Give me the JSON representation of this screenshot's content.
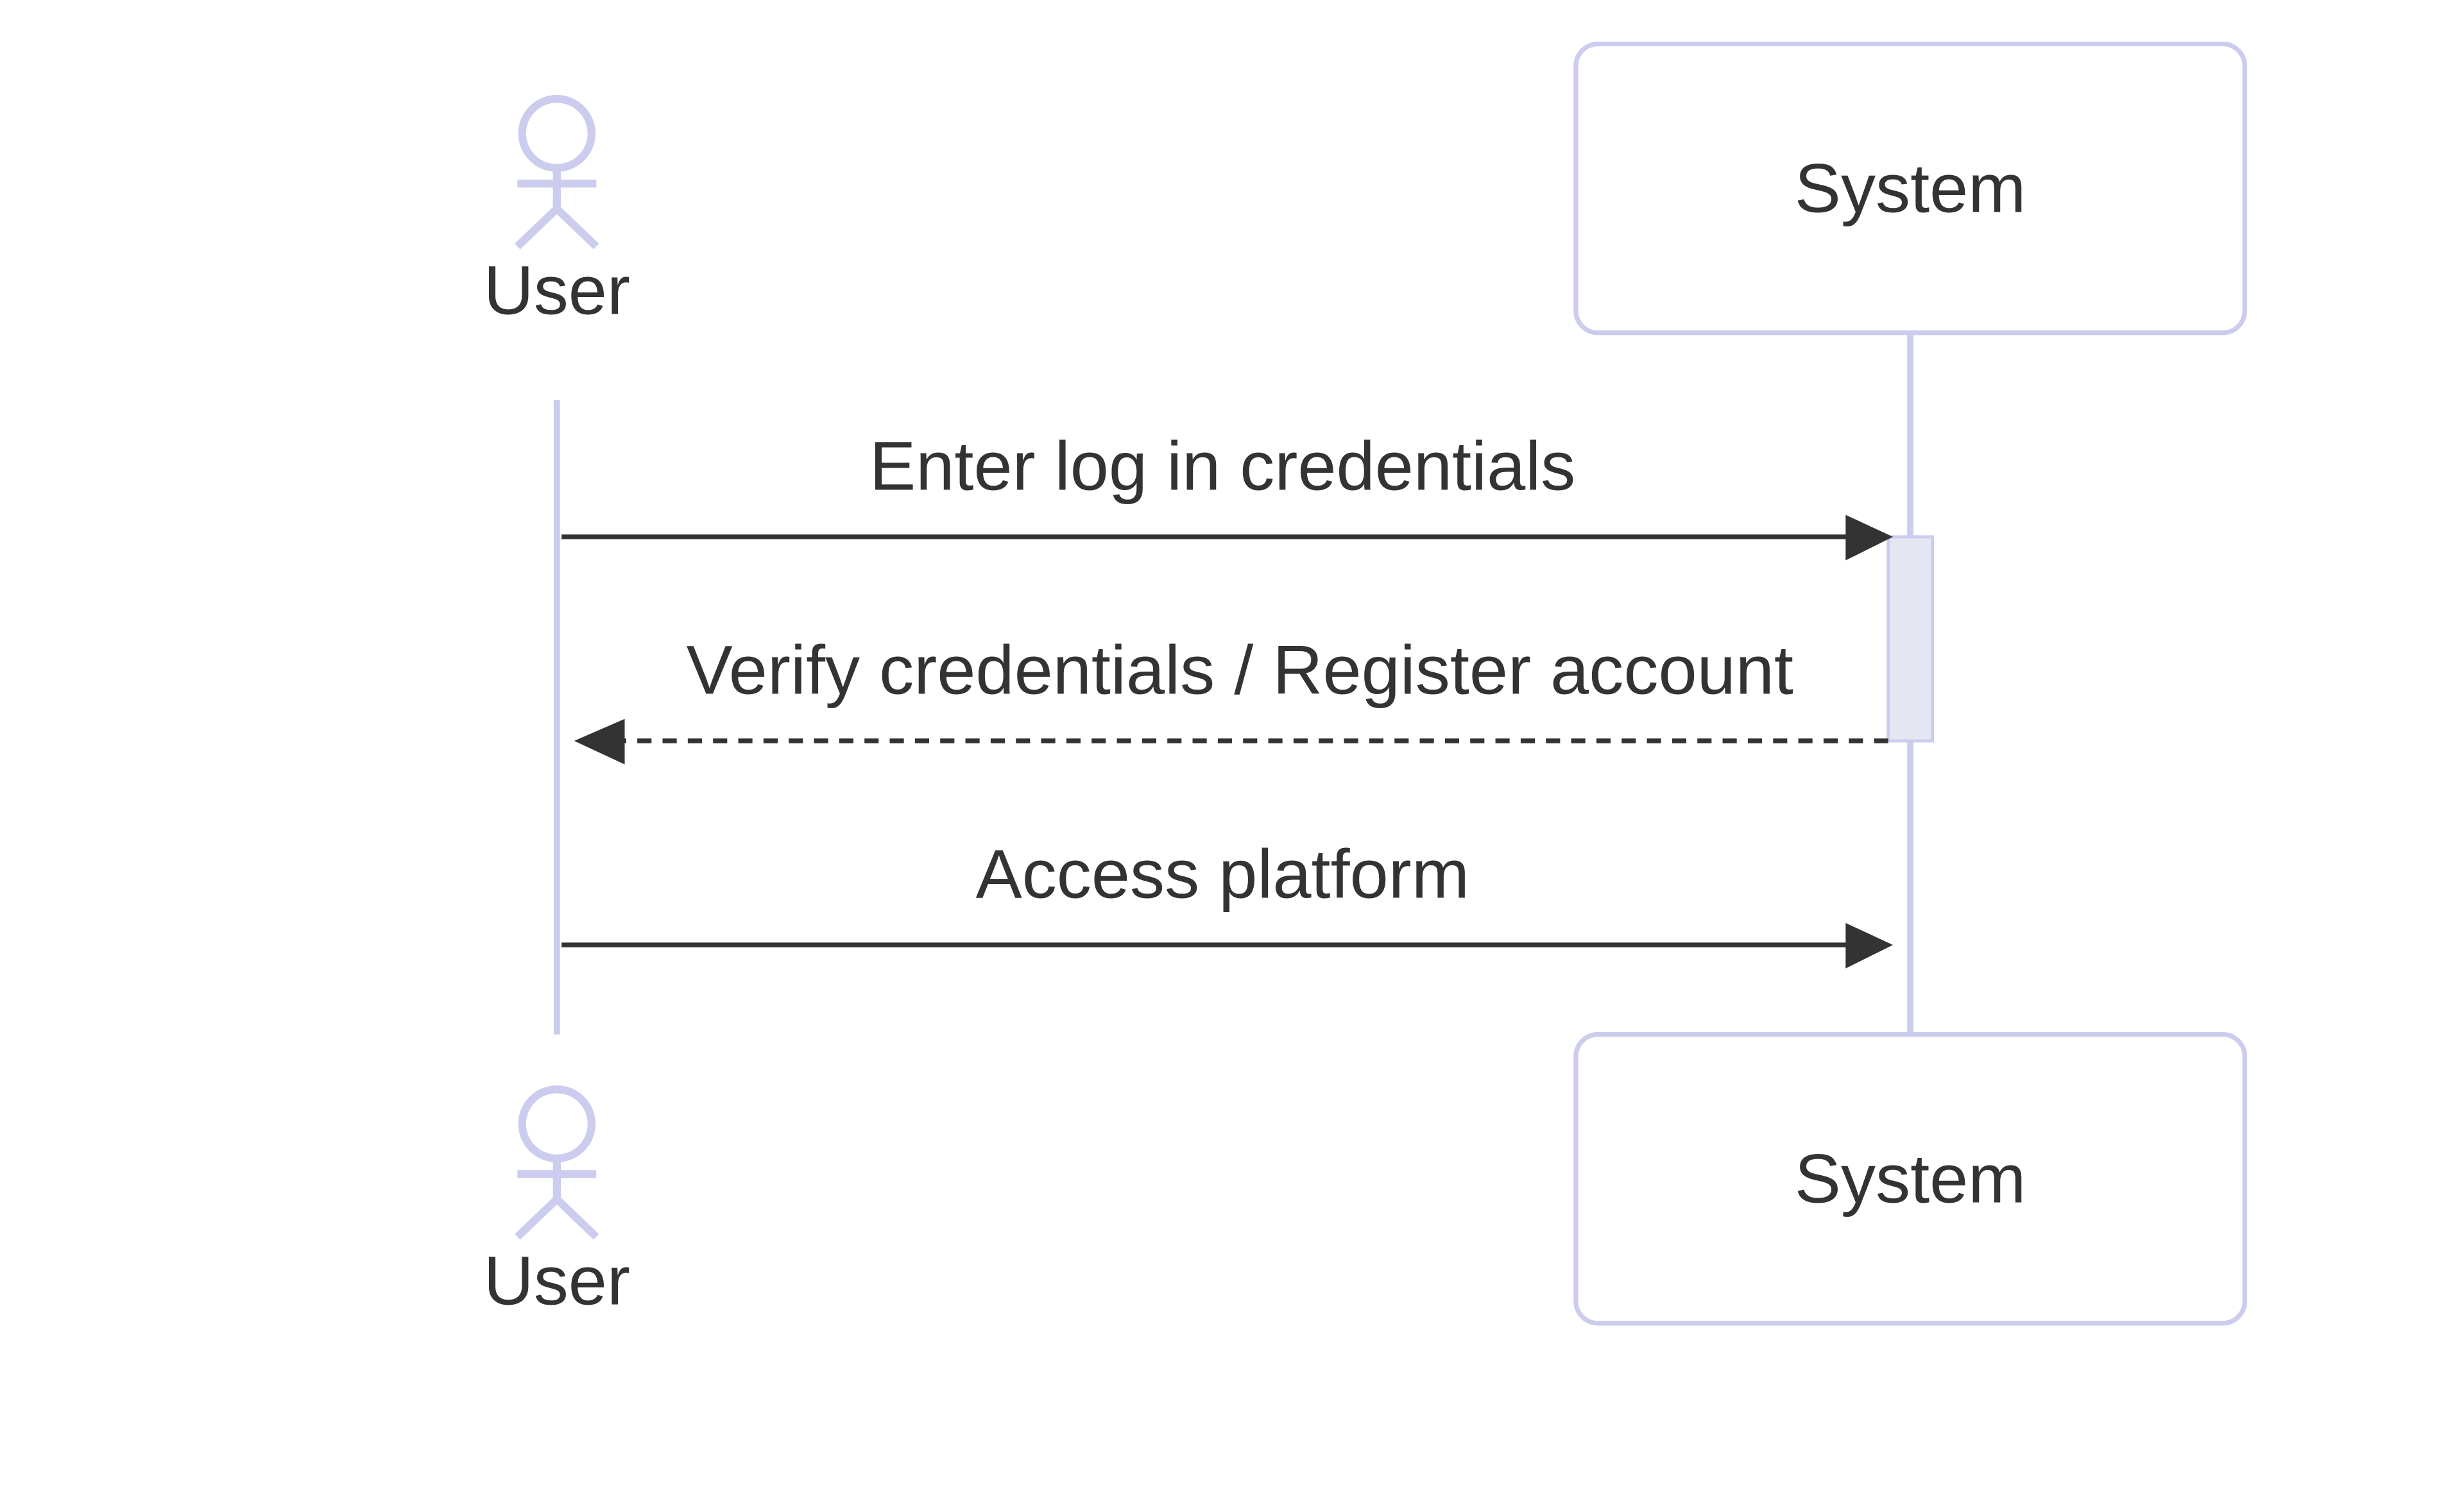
{
  "colors": {
    "actor_stroke": "#CCCCEE",
    "actor_fill": "#FFFFFF",
    "lifeline": "#CCCCEE",
    "activation_fill": "#E6E6F3",
    "message_line": "#333333",
    "text": "#333333",
    "background": "#FFFFFF"
  },
  "participants": {
    "user": {
      "label": "User",
      "kind": "actor-figure"
    },
    "system": {
      "label": "System",
      "kind": "box"
    }
  },
  "messages": [
    {
      "from": "User",
      "to": "System",
      "text": "Enter log in credentials",
      "style": "solid"
    },
    {
      "from": "System",
      "to": "User",
      "text": "Verify credentials / Register account",
      "style": "dashed"
    },
    {
      "from": "User",
      "to": "System",
      "text": "Access platform",
      "style": "solid"
    }
  ]
}
